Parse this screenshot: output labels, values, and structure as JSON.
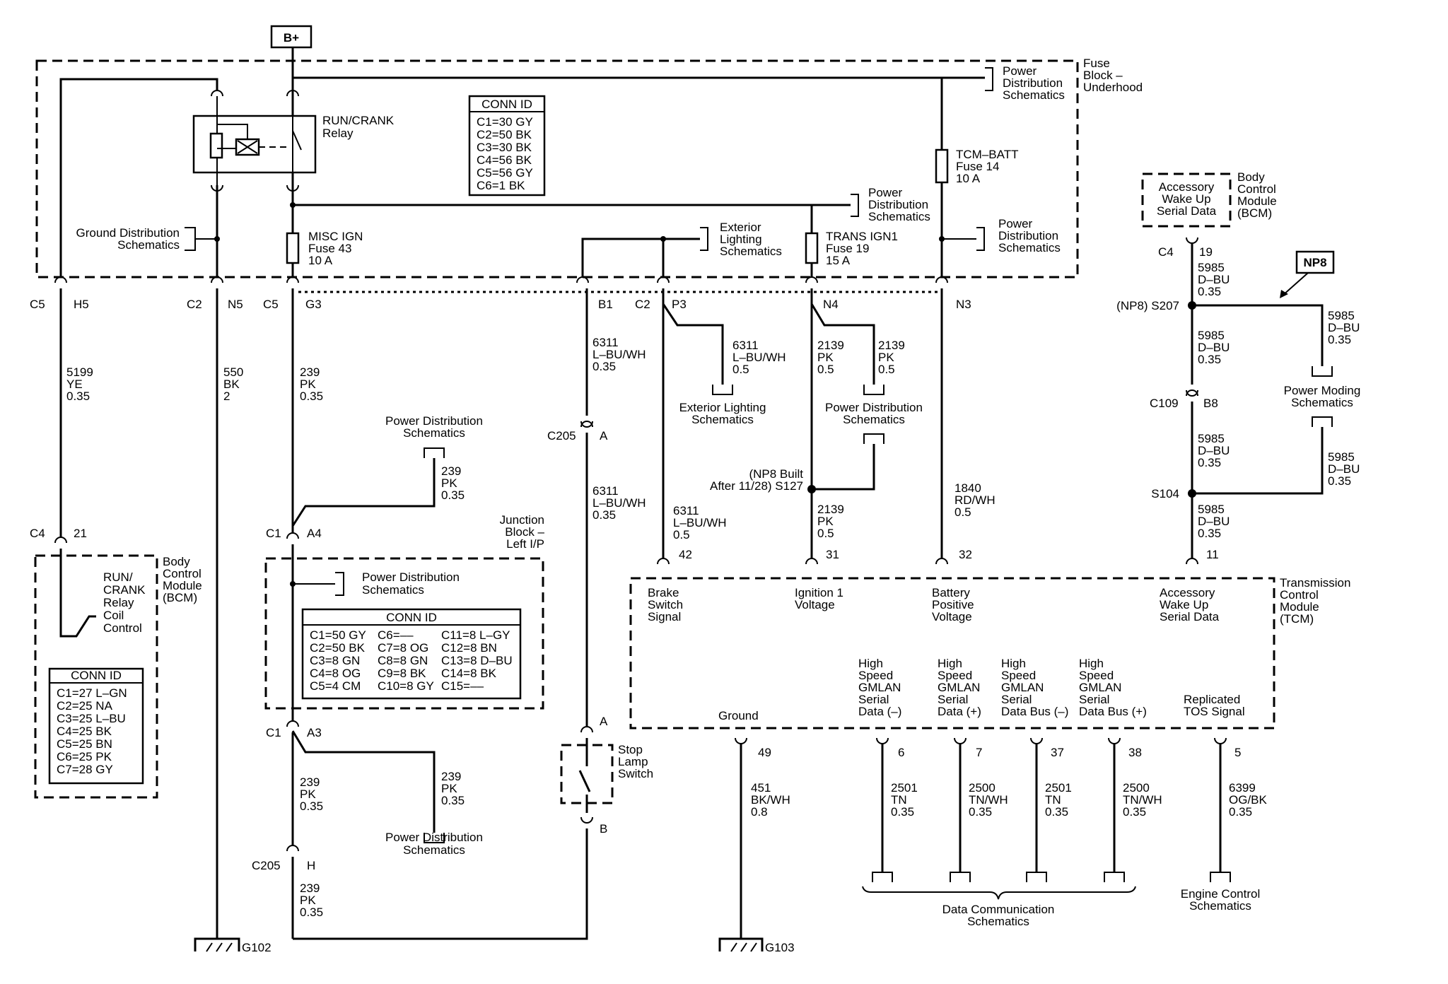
{
  "battery": "B+",
  "fuse_block": {
    "title": [
      "Fuse",
      "Block –",
      "Underhood"
    ]
  },
  "relay": {
    "label": [
      "RUN/CRANK",
      "Relay"
    ]
  },
  "conn_id_fuse": {
    "header": "CONN ID",
    "rows": [
      "C1=30 GY",
      "C2=50 BK",
      "C3=30 BK",
      "C4=56 BK",
      "C5=56 GY",
      "C6=1 BK"
    ]
  },
  "refs": {
    "power_dist_top": [
      "Power",
      "Distribution",
      "Schematics"
    ],
    "power_dist_mid": [
      "Power",
      "Distribution",
      "Schematics"
    ],
    "power_dist_right": [
      "Power",
      "Distribution",
      "Schematics"
    ],
    "ground_dist": [
      "Ground Distribution",
      "Schematics"
    ],
    "exterior_lighting_top": [
      "Exterior",
      "Lighting",
      "Schematics"
    ],
    "exterior_lighting_bottom": [
      "Exterior Lighting",
      "Schematics"
    ],
    "power_dist_left_a": [
      "Power Distribution",
      "Schematics"
    ],
    "power_dist_left_b": [
      "Power Distribution",
      "Schematics"
    ],
    "power_dist_jb": [
      "Power Distribution",
      "Schematics"
    ],
    "power_dist_ign": [
      "Power Distribution",
      "Schematics"
    ],
    "power_moding": [
      "Power Moding",
      "Schematics"
    ],
    "data_comm": [
      "Data Communication",
      "Schematics"
    ],
    "engine_control": [
      "Engine Control",
      "Schematics"
    ]
  },
  "fuses": {
    "misc_ign": [
      "MISC IGN",
      "Fuse 43",
      "10 A"
    ],
    "trans_ign1": [
      "TRANS IGN1",
      "Fuse 19",
      "15 A"
    ],
    "tcm_batt": [
      "TCM–BATT",
      "Fuse 14",
      "10 A"
    ]
  },
  "connectors": {
    "c5_h5": [
      "C5",
      "H5"
    ],
    "c2_n5": [
      "C2",
      "N5"
    ],
    "c5_g3": [
      "C5",
      "G3"
    ],
    "b1": "B1",
    "c2_p3": [
      "C2",
      "P3"
    ],
    "n4": "N4",
    "n3": "N3",
    "c4_21": [
      "C4",
      "21"
    ],
    "c1_a4": [
      "C1",
      "A4"
    ],
    "c1_a3": [
      "C1",
      "A3"
    ],
    "c205_h": [
      "C205",
      "H"
    ],
    "c205_a": [
      "C205",
      "A"
    ],
    "switch_a": "A",
    "switch_b": "B",
    "pin42": "42",
    "pin31": "31",
    "pin32": "32",
    "pin11": "11",
    "c4_19": [
      "C4",
      "19"
    ],
    "c109_b8": [
      "C109",
      "B8"
    ],
    "pin49": "49",
    "pin6": "6",
    "pin7": "7",
    "pin37": "37",
    "pin38": "38",
    "pin5": "5"
  },
  "wires": {
    "w5199": [
      "5199",
      "YE",
      "0.35"
    ],
    "w550": [
      "550",
      "BK",
      "2"
    ],
    "w239_a": [
      "239",
      "PK",
      "0.35"
    ],
    "w239_b": [
      "239",
      "PK",
      "0.35"
    ],
    "w239_c": [
      "239",
      "PK",
      "0.35"
    ],
    "w239_d": [
      "239",
      "PK",
      "0.35"
    ],
    "w239_e": [
      "239",
      "PK",
      "0.35"
    ],
    "w6311_a": [
      "6311",
      "L–BU/WH",
      "0.35"
    ],
    "w6311_b": [
      "6311",
      "L–BU/WH",
      "0.35"
    ],
    "w6311_c": [
      "6311",
      "L–BU/WH",
      "0.5"
    ],
    "w6311_d": [
      "6311",
      "L–BU/WH",
      "0.5"
    ],
    "w2139_a": [
      "2139",
      "PK",
      "0.5"
    ],
    "w2139_b": [
      "2139",
      "PK",
      "0.5"
    ],
    "w2139_c": [
      "2139",
      "PK",
      "0.5"
    ],
    "w1840": [
      "1840",
      "RD/WH",
      "0.5"
    ],
    "w5985_a": [
      "5985",
      "D–BU",
      "0.35"
    ],
    "w5985_b": [
      "5985",
      "D–BU",
      "0.35"
    ],
    "w5985_c": [
      "5985",
      "D–BU",
      "0.35"
    ],
    "w5985_d": [
      "5985",
      "D–BU",
      "0.35"
    ],
    "w5985_e": [
      "5985",
      "D–BU",
      "0.35"
    ],
    "w5985_f": [
      "5985",
      "D–BU",
      "0.35"
    ],
    "w451": [
      "451",
      "BK/WH",
      "0.8"
    ],
    "w2501_a": [
      "2501",
      "TN",
      "0.35"
    ],
    "w2500_a": [
      "2500",
      "TN/WH",
      "0.35"
    ],
    "w2501_b": [
      "2501",
      "TN",
      "0.35"
    ],
    "w2500_b": [
      "2500",
      "TN/WH",
      "0.35"
    ],
    "w6399": [
      "6399",
      "OG/BK",
      "0.35"
    ]
  },
  "splices": {
    "s207": "(NP8) S207",
    "s104": "S104",
    "s127": [
      "(NP8 Built",
      "After 11/28) S127"
    ]
  },
  "np8_tag": "NP8",
  "bcm_left": {
    "title": [
      "Body",
      "Control",
      "Module",
      "(BCM)"
    ],
    "function": [
      "RUN/",
      "CRANK",
      "Relay",
      "Coil",
      "Control"
    ],
    "conn_header": "CONN ID",
    "conn_rows": [
      "C1=27 L–GN",
      "C2=25 NA",
      "C3=25 L–BU",
      "C4=25 BK",
      "C5=25 BN",
      "C6=25 PK",
      "C7=28 GY"
    ]
  },
  "bcm_right": {
    "title": [
      "Body",
      "Control",
      "Module",
      "(BCM)"
    ],
    "function": [
      "Accessory",
      "Wake Up",
      "Serial Data"
    ]
  },
  "junction_block": {
    "title": [
      "Junction",
      "Block –",
      "Left I/P"
    ],
    "conn_header": "CONN ID",
    "conn_rows": [
      [
        "C1=50 GY",
        "C6=––",
        "C11=8 L–GY"
      ],
      [
        "C2=50 BK",
        "C7=8 OG",
        "C12=8 BN"
      ],
      [
        "C3=8 GN",
        "C8=8 GN",
        "C13=8 D–BU"
      ],
      [
        "C4=8 OG",
        "C9=8 BK",
        "C14=8 BK"
      ],
      [
        "C5=4 CM",
        "C10=8 GY",
        "C15=––"
      ]
    ]
  },
  "stop_lamp_switch": [
    "Stop",
    "Lamp",
    "Switch"
  ],
  "tcm": {
    "title": [
      "Transmission",
      "Control",
      "Module",
      "(TCM)"
    ],
    "brake": [
      "Brake",
      "Switch",
      "Signal"
    ],
    "ign1": [
      "Ignition 1",
      "Voltage"
    ],
    "battery": [
      "Battery",
      "Positive",
      "Voltage"
    ],
    "accessory": [
      "Accessory",
      "Wake Up",
      "Serial Data"
    ],
    "ground": "Ground",
    "gmlan_neg": [
      "High",
      "Speed",
      "GMLAN",
      "Serial",
      "Data (–)"
    ],
    "gmlan_pos": [
      "High",
      "Speed",
      "GMLAN",
      "Serial",
      "Data (+)"
    ],
    "gmlan_bus_neg": [
      "High",
      "Speed",
      "GMLAN",
      "Serial",
      "Data Bus (–)"
    ],
    "gmlan_bus_pos": [
      "High",
      "Speed",
      "GMLAN",
      "Serial",
      "Data Bus (+)"
    ],
    "tos": [
      "Replicated",
      "TOS Signal"
    ]
  },
  "grounds": {
    "g102": "G102",
    "g103": "G103"
  }
}
